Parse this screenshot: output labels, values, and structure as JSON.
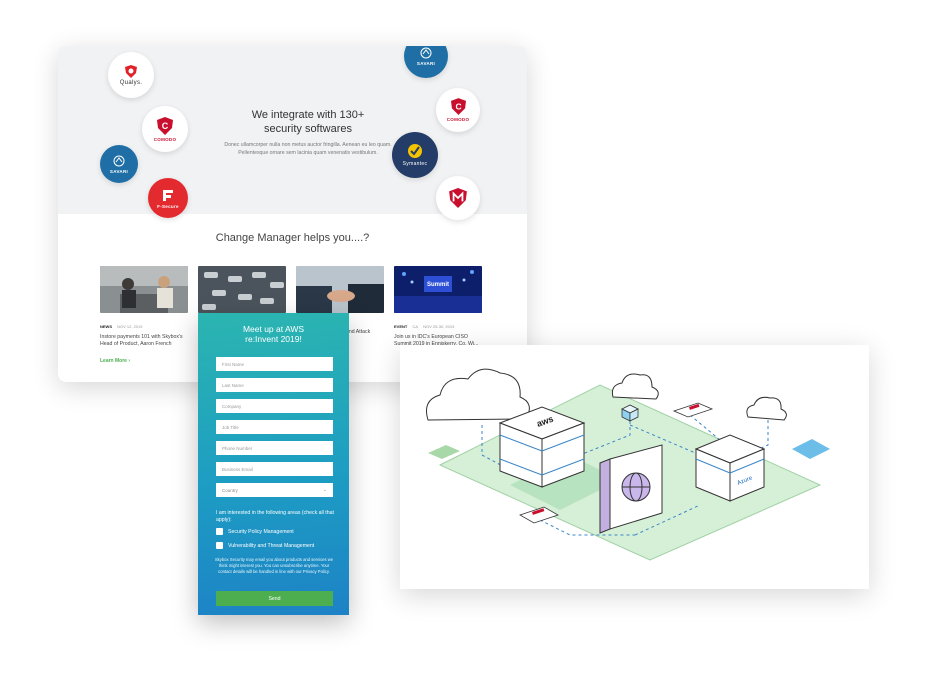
{
  "hero": {
    "title": "We integrate with 130+\nsecurity softwares",
    "subtitle": "Donec ullamcorper nulla non metus auctor fringilla. Aenean eu leo quam. Pellentesque ornare sem lacinia quam venenatis vestibulum.",
    "logos": [
      "Qualys.",
      "COMODO",
      "SAVARI",
      "F-Secure",
      "SAVARI",
      "COMODO",
      "Symantec",
      "McAfee"
    ]
  },
  "section": {
    "title": "Change Manager helps you....?"
  },
  "news": [
    {
      "tag": "NEWS",
      "date": "NOV 12, 2019",
      "text": "Instore payments 101 with Skybox's Head of Product, Aaron French"
    },
    {
      "tag": "",
      "date": "",
      "text": ""
    },
    {
      "tag": "",
      "date": "",
      "text": "and Attack"
    },
    {
      "tag": "EVENT",
      "location": "CA",
      "date": "NOV 25-30, 2019",
      "text": "Join us in IDC's European CISO Summit 2019 in Enniskerry, Co. Wi..."
    }
  ],
  "learn_more": "Learn More  ›",
  "form": {
    "title": "Meet up at AWS\nre:Invent 2019!",
    "placeholders": {
      "first_name": "First Name",
      "last_name": "Last Name",
      "company": "Company",
      "job_title": "Job Title",
      "phone": "Phone Number",
      "email": "Business Email"
    },
    "country_label": "Country",
    "interest_label": "I am interested in the following areas (check all that apply):",
    "options": [
      "Security Policy Management",
      "Vulnerability and Threat Management"
    ],
    "disclaimer": "Skybox Security may email you about products and services we think might interest you. You can unsubscribe anytime. Your contact details will be handled in line with our Privacy Policy.",
    "send_label": "Send"
  },
  "illustration": {
    "labels": {
      "aws": "aws",
      "azure": "Azure"
    }
  },
  "colors": {
    "accent_green": "#4cae4f",
    "form_gradient_top": "#2bb5b0",
    "form_gradient_bottom": "#1d82c6",
    "platform_green": "#d6f0d8",
    "line_blue": "#3c86c7"
  }
}
